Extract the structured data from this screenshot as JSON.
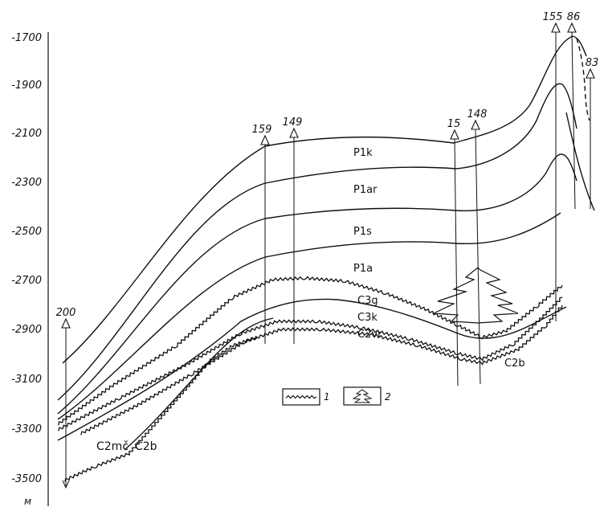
{
  "axis": {
    "unit": "м",
    "ticks": [
      "-1700",
      "-1900",
      "-2100",
      "-2300",
      "-2500",
      "-2700",
      "-2900",
      "-3100",
      "-3300",
      "-3500"
    ]
  },
  "wells": [
    "200",
    "159",
    "149",
    "15",
    "148",
    "155",
    "86",
    "83"
  ],
  "horizons": [
    "P1k",
    "P1ar",
    "P1s",
    "P1a",
    "C3g",
    "C3k",
    "C2vr",
    "C2mč",
    "C2b",
    "C2b"
  ],
  "legend": {
    "item1": "1",
    "item2": "2"
  }
}
